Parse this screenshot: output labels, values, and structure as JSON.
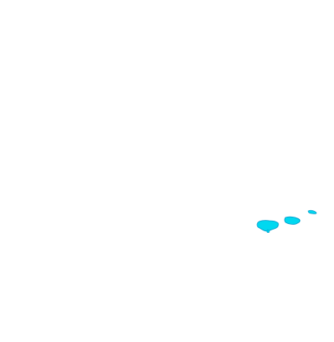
{
  "map": {
    "background_color": "#ffffff",
    "feature_fill_color": "#00d8f0",
    "feature_outline_color": "#0096c8",
    "features": [
      {
        "name": "west-cyan-patch"
      },
      {
        "name": "central-cyan-patch"
      },
      {
        "name": "east-cyan-patch"
      }
    ]
  }
}
